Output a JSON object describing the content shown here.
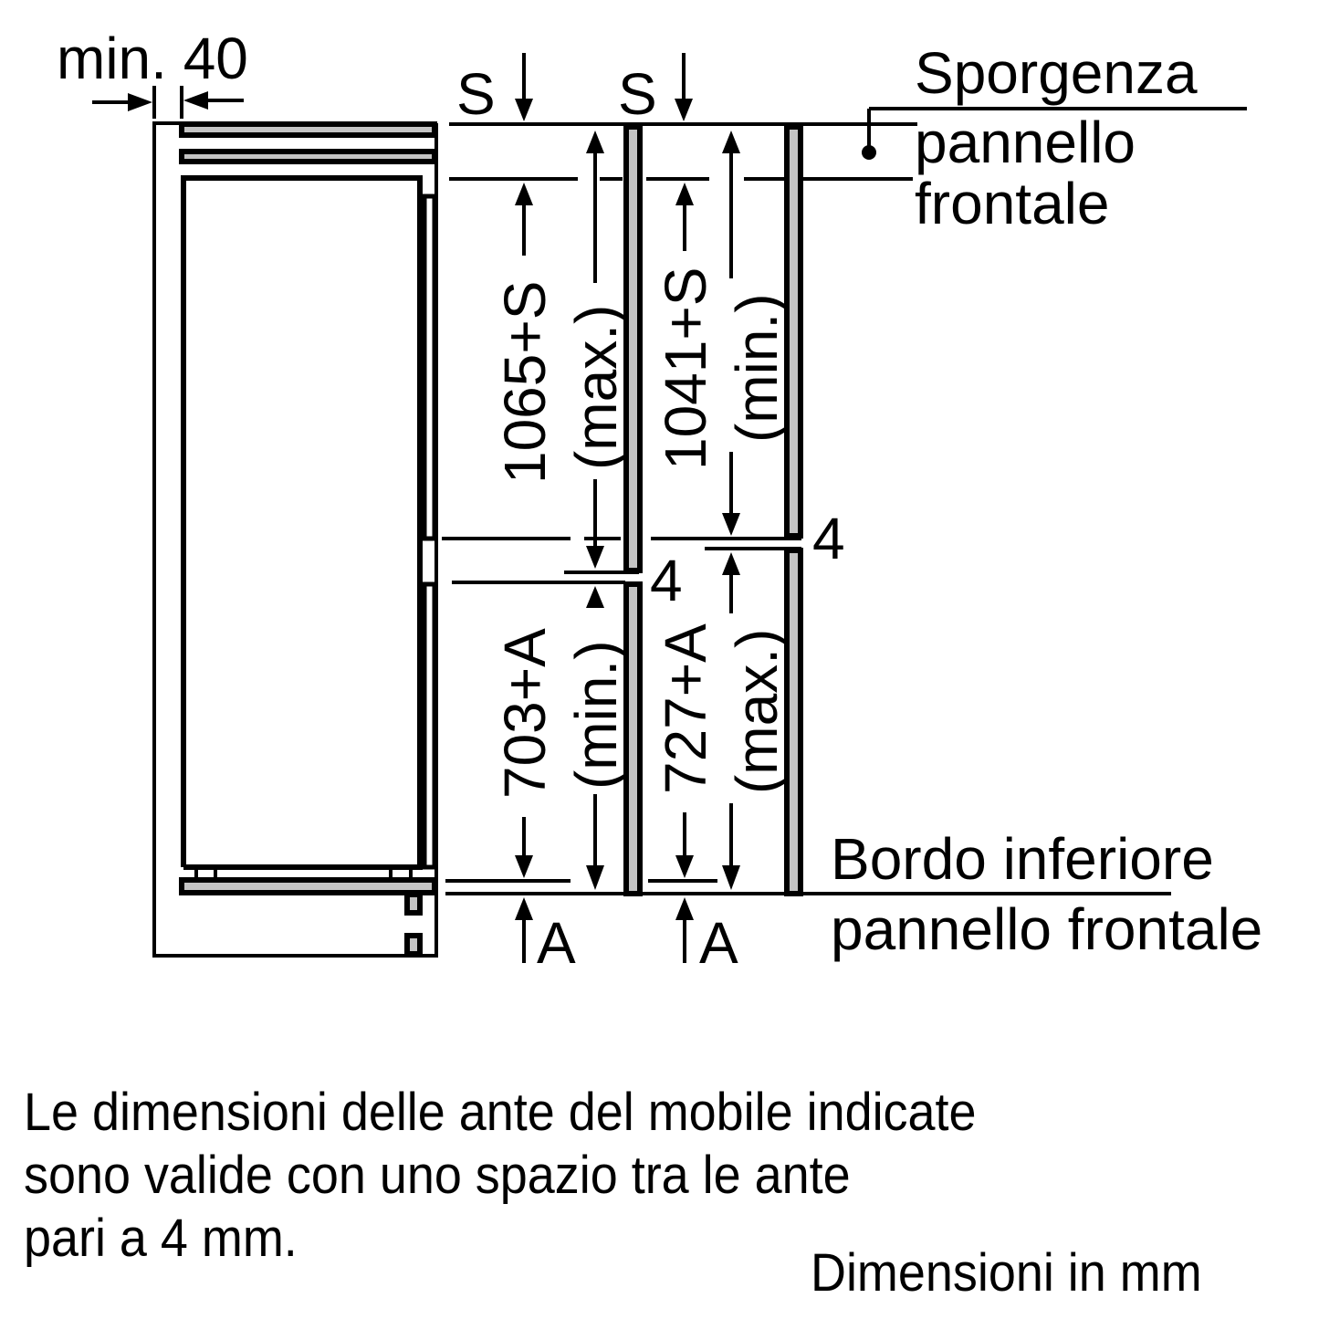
{
  "diagram": {
    "title": "Installation dimensions - built-in fridge-freezer front panels",
    "labels": {
      "min_gap": "min. 40",
      "s_left": "S",
      "s_right": "S",
      "upper_left_dim": "1065+S",
      "upper_left_qual": "(max.)",
      "upper_right_dim": "1041+S",
      "upper_right_qual": "(min.)",
      "lower_left_dim": "703+A",
      "lower_left_qual": "(min.)",
      "lower_right_dim": "727+A",
      "lower_right_qual": "(max.)",
      "gap_left": "4",
      "gap_right": "4",
      "a_left": "A",
      "a_right": "A",
      "sporgenza_line1": "Sporgenza",
      "sporgenza_line2": "pannello",
      "sporgenza_line3": "frontale",
      "bordo_line1": "Bordo inferiore",
      "bordo_line2": "pannello frontale"
    },
    "colors": {
      "line": "#000000",
      "panel_fill": "#c4c4c4",
      "background": "#ffffff"
    }
  },
  "notes": {
    "line1": "Le dimensioni delle ante del mobile indicate",
    "line2": "sono valide con uno spazio tra le ante",
    "line3": "pari a 4 mm.",
    "units": "Dimensioni in mm"
  }
}
